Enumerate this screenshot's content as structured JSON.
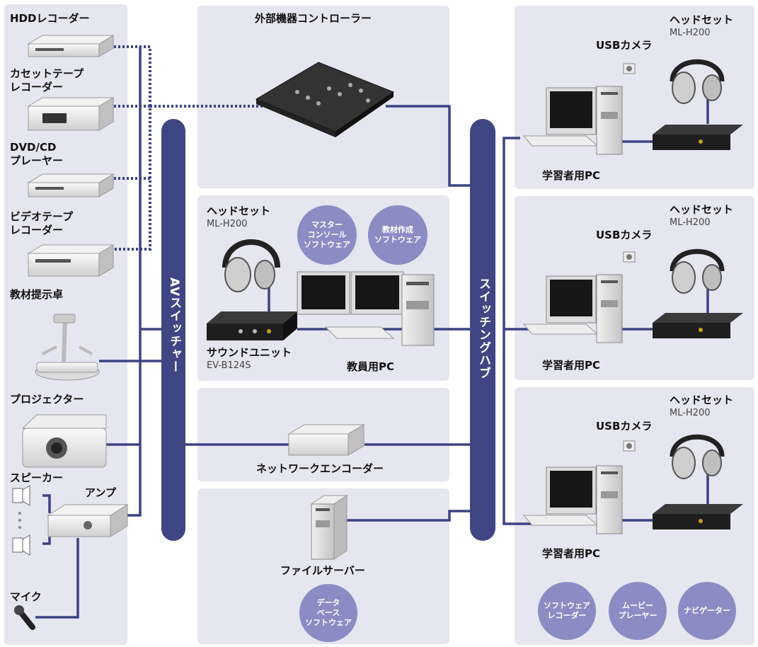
{
  "left_devices": {
    "hdd": "HDDレコーダー",
    "cassette_line1": "カセットテープ",
    "cassette_line2": "レコーダー",
    "dvd_line1": "DVD/CD",
    "dvd_line2": "プレーヤー",
    "video_line1": "ビデオテープ",
    "video_line2": "レコーダー",
    "presenter": "教材提示卓",
    "projector": "プロジェクター",
    "speaker": "スピーカー",
    "amp": "アンプ",
    "mic": "マイク"
  },
  "av_switcher": "AVスイッチャー",
  "switching_hub": "スイッチングハブ",
  "controller_panel": {
    "title": "外部機器コントローラー"
  },
  "teacher_panel": {
    "headset": "ヘッドセット",
    "headset_model": "ML-H200",
    "sound_unit": "サウンドユニット",
    "sound_unit_model": "EV-B124S",
    "pc": "教員用PC",
    "circle1": "マスター\nコンソール\nソフトウェア",
    "circle2": "教材作成\nソフトウェア"
  },
  "encoder_panel": {
    "title": "ネットワークエンコーダー"
  },
  "server_panel": {
    "title": "ファイルサーバー",
    "circle": "データ\nベース\nソフトウェア"
  },
  "student_panels": [
    {
      "headset": "ヘッドセット",
      "headset_model": "ML-H200",
      "camera": "USBカメラ",
      "pc": "学習者用PC"
    },
    {
      "headset": "ヘッドセット",
      "headset_model": "ML-H200",
      "camera": "USBカメラ",
      "pc": "学習者用PC"
    },
    {
      "headset": "ヘッドセット",
      "headset_model": "ML-H200",
      "camera": "USBカメラ",
      "pc": "学習者用PC"
    }
  ],
  "student_software": [
    "ソフトウェア\nレコーダー",
    "ムービー\nプレーヤー",
    "ナビゲーター"
  ],
  "colors": {
    "panel": "#e6e6f1",
    "bar": "#404583",
    "line": "#3d4284",
    "circle": "#8c8cc4"
  }
}
